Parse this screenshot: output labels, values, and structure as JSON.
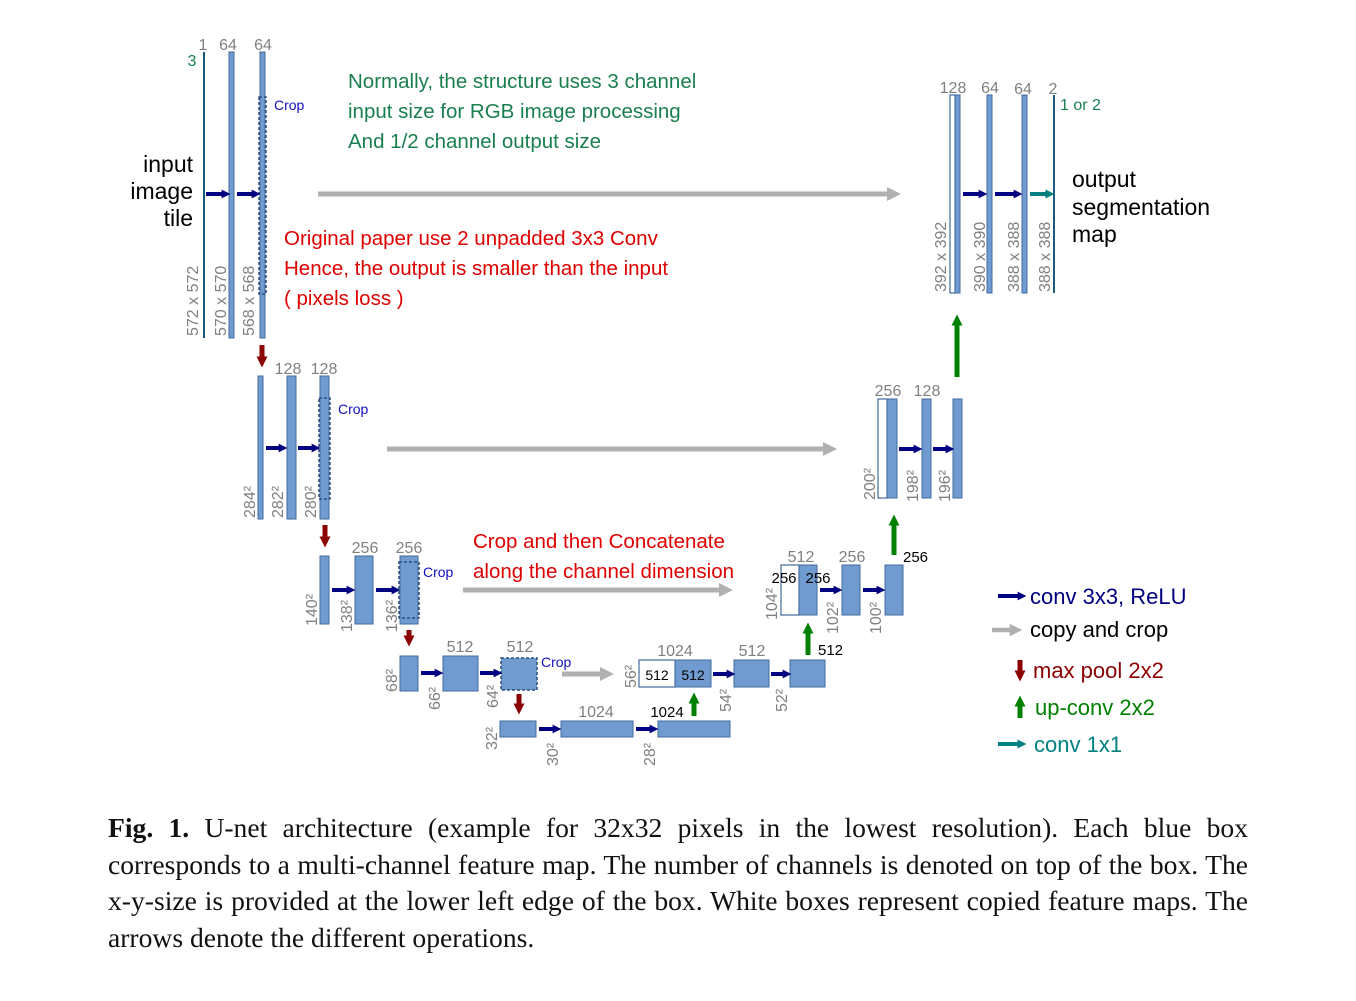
{
  "diagram": {
    "colors": {
      "box_fill": "#6f9bd1",
      "box_stroke": "#43699c",
      "conv_arrow": "#000080",
      "copy_arrow": "#b0b0b0",
      "pool_arrow": "#8b0000",
      "up_arrow": "#008000",
      "conv1x1_arrow": "#008080",
      "size_text": "#808080",
      "note_green": "#1a7f4f",
      "note_red": "#e00000",
      "crop_text": "#1010c0"
    },
    "io": {
      "input_lines": [
        "input",
        "image",
        "tile"
      ],
      "output_lines": [
        "output",
        "segmentation",
        "map"
      ]
    },
    "crop_label": "Crop",
    "notes": {
      "green": [
        "Normally, the structure uses 3 channel",
        "input size for RGB image processing",
        "And 1/2 channel output size"
      ],
      "red_main": [
        "Original paper use 2 unpadded 3x3 Conv",
        "Hence, the output is smaller than the input",
        "( pixels loss )"
      ],
      "red_concat": [
        "Crop and then Concatenate",
        "along the channel dimension"
      ]
    },
    "channel_labels": {
      "l1": [
        "1",
        "64",
        "64"
      ],
      "l1_extra": "3",
      "l2": [
        "128",
        "128"
      ],
      "l3": [
        "256",
        "256"
      ],
      "l4": [
        "512",
        "512"
      ],
      "l5": [
        "1024"
      ],
      "l5_dark": "1024",
      "r4_top": "1024",
      "r4_inner": [
        "512",
        "512"
      ],
      "r4_next": "512",
      "r4_up": "512",
      "r3_top": [
        "512",
        "256"
      ],
      "r3_inner": [
        "256",
        "256"
      ],
      "r3_up": "256",
      "r2": [
        "256",
        "128"
      ],
      "r1": [
        "128",
        "64",
        "64",
        "2"
      ],
      "r1_extra": "1 or 2"
    },
    "size_labels": {
      "l1": [
        "572 x 572",
        "570 x 570",
        "568 x 568"
      ],
      "l2": [
        "284²",
        "282²",
        "280²"
      ],
      "l3": [
        "140²",
        "138²",
        "136²"
      ],
      "l4": [
        "68²",
        "66²",
        "64²"
      ],
      "l5": [
        "32²",
        "30²",
        "28²"
      ],
      "r4": [
        "56²",
        "54²",
        "52²"
      ],
      "r3": [
        "104²",
        "102²",
        "100²"
      ],
      "r2": [
        "200²",
        "198²",
        "196²"
      ],
      "r1": [
        "392 x 392",
        "390 x 390",
        "388 x 388",
        "388 x 388"
      ]
    },
    "legend": [
      {
        "label": "conv 3x3, ReLU",
        "arrow": "conv",
        "color": "#000080"
      },
      {
        "label": "copy and crop",
        "arrow": "copy",
        "color": "#000000"
      },
      {
        "label": "max pool 2x2",
        "arrow": "pool",
        "color": "#8b0000"
      },
      {
        "label": "up-conv 2x2",
        "arrow": "up",
        "color": "#008000"
      },
      {
        "label": "conv 1x1",
        "arrow": "conv1x1",
        "color": "#008080"
      }
    ]
  },
  "caption": {
    "prefix": "Fig. 1.",
    "text": "U-net architecture (example for 32x32 pixels in the lowest resolution). Each blue box corresponds to a multi-channel feature map. The number of channels is denoted on top of the box. The x-y-size is provided at the lower left edge of the box. White boxes represent copied feature maps. The arrows denote the different operations."
  }
}
